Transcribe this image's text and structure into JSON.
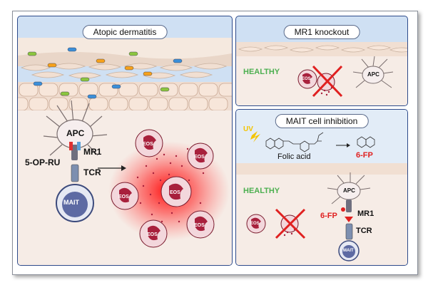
{
  "panels": {
    "atopic": {
      "title": "Atopic dermatitis",
      "apc": "APC",
      "mr1": "MR1",
      "ligand": "5-OP-RU",
      "tcr": "TCR",
      "mait": "MAIT",
      "eos": "EOS"
    },
    "knockout": {
      "title": "MR1 knockout",
      "healthy": "HEALTHY",
      "apc": "APC",
      "eos": "EOS"
    },
    "inhibition": {
      "title": "MAIT cell inhibition",
      "uv": "UV",
      "folic": "Folic acid",
      "product": "6-FP",
      "healthy": "HEALTHY",
      "apc": "APC",
      "inhibitor": "6-FP",
      "mr1": "MR1",
      "tcr": "TCR",
      "mait": "MAIT",
      "eos": "EOS"
    }
  },
  "colors": {
    "panel_border": "#2d4a8a",
    "panel_bg": "#cfe0f3",
    "eos": "#a8203c",
    "red_x": "#e02020",
    "healthy": "#4caf50",
    "product": "#e02020"
  }
}
